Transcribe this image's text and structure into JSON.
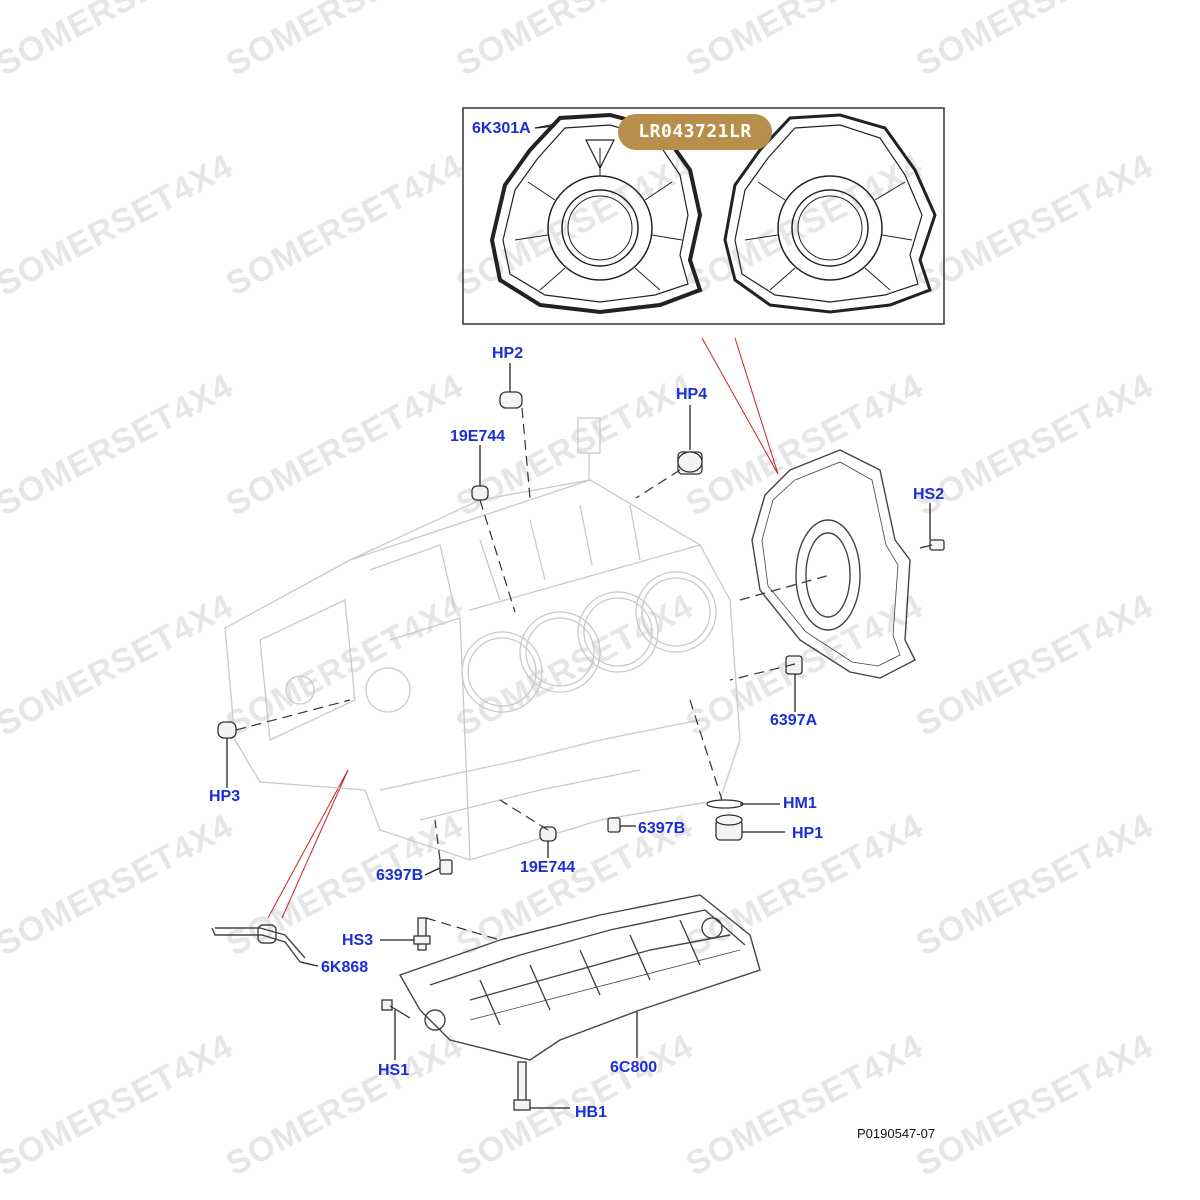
{
  "watermark": "SOMERSET4X4",
  "badge_part_number": "LR043721LR",
  "figure_reference": "P0190547-07",
  "colors": {
    "label": "#1a2fd6",
    "badge_fill": "#b88f4a",
    "callout_line": "#cc2222"
  },
  "labels": {
    "gasket_inset": "6K301A",
    "plug_top": "HP2",
    "dowel_upper": "19E744",
    "plug_right_top": "HP4",
    "screw_rear_cover": "HS2",
    "dowel_right": "6397A",
    "plug_left": "HP3",
    "seal_ring": "HM1",
    "plug_bottom": "HP1",
    "dowel_mid": "6397B",
    "dowel_lower": "19E744",
    "dowel_bottom": "6397B",
    "screw_ladder": "HS3",
    "oil_jet": "6K868",
    "ladder_frame": "6C800",
    "screw_front": "HS1",
    "bolt_bottom": "HB1"
  }
}
